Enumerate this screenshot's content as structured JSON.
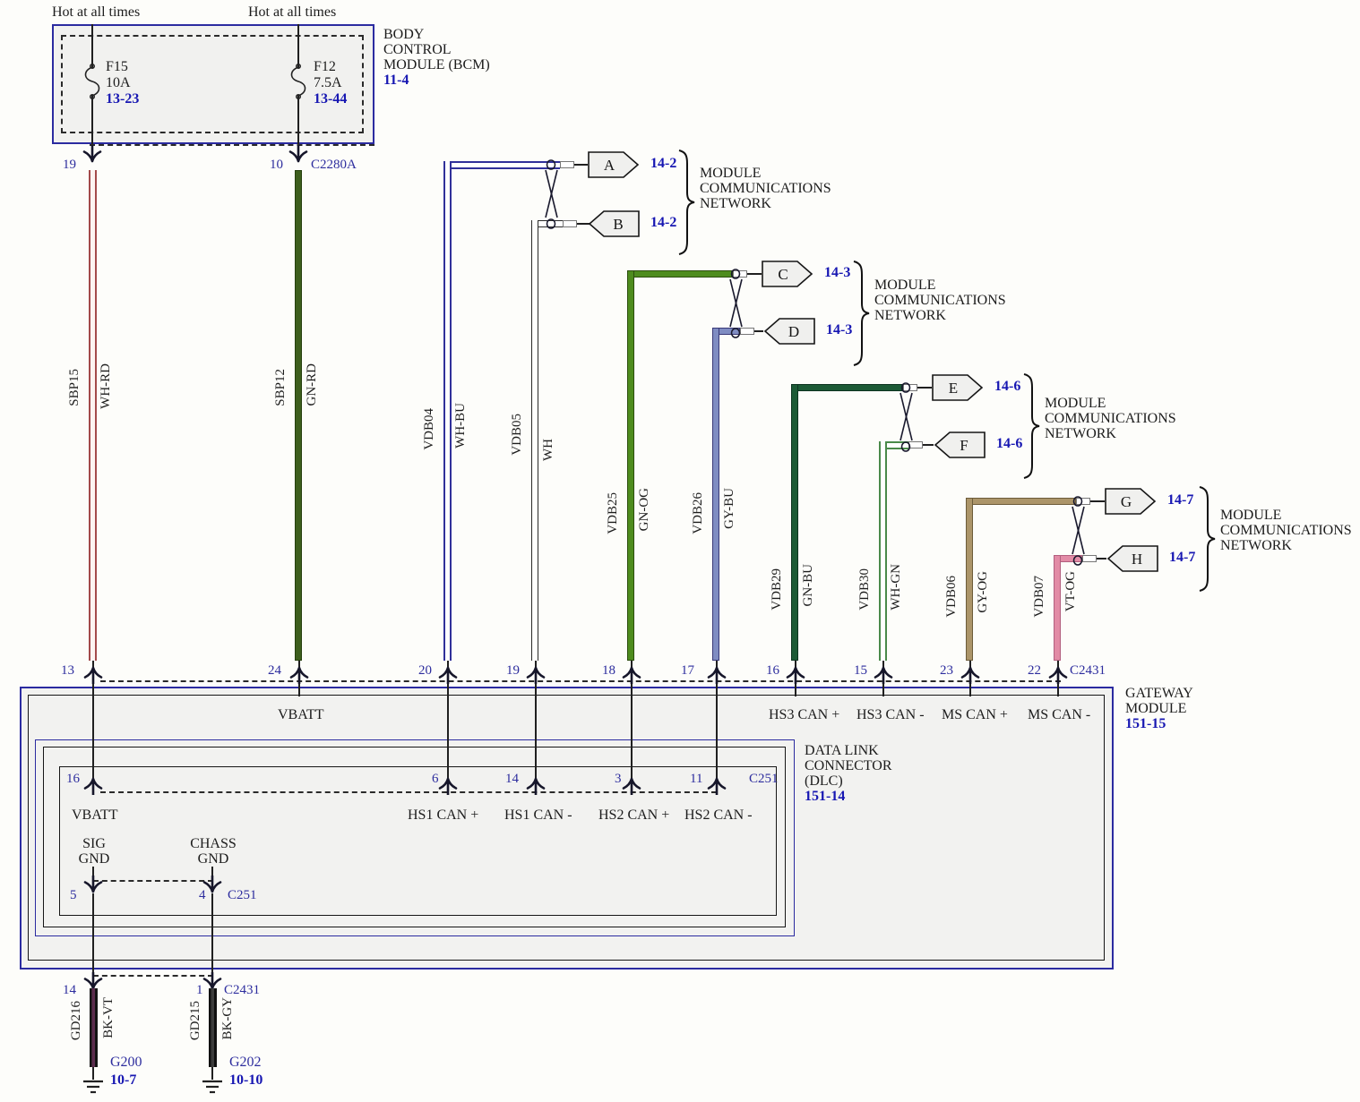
{
  "palette": {
    "box_blue": "#2b2ba0",
    "label_blue": "#2d2d9e",
    "ref_blue": "#1717b2",
    "box_fill": "#f2f2f0",
    "wire_wh_rd_edge": "#a34a4a",
    "wire_gn_rd": "#3d5e1d",
    "wire_wh_bu_edge": "#30309a",
    "wire_gn_og": "#4e8c1e",
    "wire_gy_bu": "#7f8cc2",
    "wire_gn_bu": "#1c5a36",
    "wire_wh_gn_edge": "#4a8a4a",
    "wire_gy_og": "#ac9569",
    "wire_vt_og": "#e28ba6",
    "wire_bk": "#151515"
  },
  "bcm": {
    "hot_left": "Hot at all times",
    "hot_right": "Hot at all times",
    "fuses": [
      {
        "name": "F15",
        "rating": "10A",
        "ref": "13-23",
        "pin": "19"
      },
      {
        "name": "F12",
        "rating": "7.5A",
        "ref": "13-44",
        "pin": "10"
      }
    ],
    "title1": "BODY",
    "title2": "CONTROL",
    "title3": "MODULE (BCM)",
    "ref": "11-4",
    "connector": "C2280A"
  },
  "feeds": [
    {
      "circuit": "SBP15",
      "code": "WH-RD",
      "gw_pin": "13"
    },
    {
      "circuit": "SBP12",
      "code": "GN-RD",
      "gw_pin": "24"
    }
  ],
  "links": [
    {
      "tag": "A",
      "ref": "14-2",
      "circuit": "VDB04",
      "code": "WH-BU",
      "gw_pin": "20"
    },
    {
      "tag": "B",
      "ref": "14-2",
      "circuit": "VDB05",
      "code": "WH",
      "gw_pin": "19"
    },
    {
      "tag": "C",
      "ref": "14-3",
      "circuit": "VDB25",
      "code": "GN-OG",
      "gw_pin": "18"
    },
    {
      "tag": "D",
      "ref": "14-3",
      "circuit": "VDB26",
      "code": "GY-BU",
      "gw_pin": "17"
    },
    {
      "tag": "E",
      "ref": "14-6",
      "circuit": "VDB29",
      "code": "GN-BU",
      "gw_pin": "16"
    },
    {
      "tag": "F",
      "ref": "14-6",
      "circuit": "VDB30",
      "code": "WH-GN",
      "gw_pin": "15"
    },
    {
      "tag": "G",
      "ref": "14-7",
      "circuit": "VDB06",
      "code": "GY-OG",
      "gw_pin": "23"
    },
    {
      "tag": "H",
      "ref": "14-7",
      "circuit": "VDB07",
      "code": "VT-OG",
      "gw_pin": "22"
    }
  ],
  "network_label": {
    "l1": "MODULE",
    "l2": "COMMUNICATIONS",
    "l3": "NETWORK"
  },
  "gateway": {
    "title1": "GATEWAY",
    "title2": "MODULE",
    "ref": "151-15",
    "connector": "C2431",
    "bus": {
      "vbatt": "VBATT",
      "hs3p": "HS3 CAN +",
      "hs3m": "HS3 CAN -",
      "msp": "MS CAN +",
      "msm": "MS CAN -"
    }
  },
  "dlc": {
    "title1": "DATA LINK",
    "title2": "CONNECTOR",
    "title3": "(DLC)",
    "ref": "151-14",
    "connector": "C251",
    "pins": {
      "vbatt": "16",
      "hs1p": "6",
      "hs1m": "14",
      "hs2p": "3",
      "hs2m": "11"
    },
    "labels": {
      "vbatt": "VBATT",
      "hs1p": "HS1 CAN +",
      "hs1m": "HS1 CAN -",
      "hs2p": "HS2 CAN +",
      "hs2m": "HS2 CAN -"
    },
    "sig1": "SIG",
    "sig2": "GND",
    "chass1": "CHASS",
    "chass2": "GND",
    "sig_pin": "5",
    "chass_pin": "4"
  },
  "exit": {
    "pin_left": "14",
    "pin_right": "1",
    "connector": "C2431"
  },
  "grounds": [
    {
      "circuit": "GD216",
      "code": "BK-VT",
      "name": "G200",
      "ref": "10-7"
    },
    {
      "circuit": "GD215",
      "code": "BK-GY",
      "name": "G202",
      "ref": "10-10"
    }
  ]
}
